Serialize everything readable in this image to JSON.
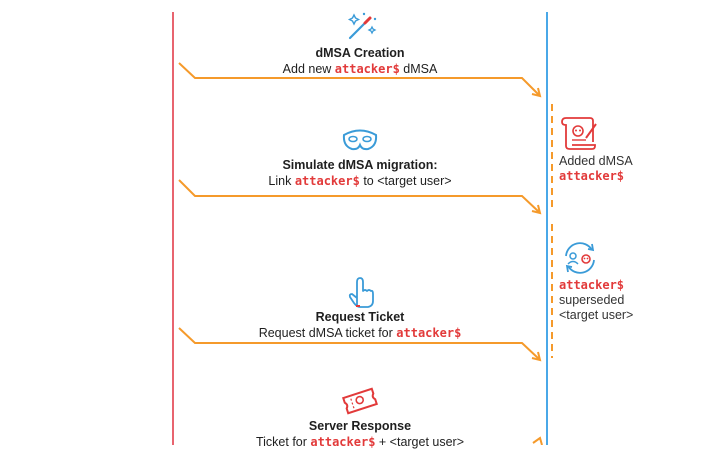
{
  "steps": [
    {
      "title": "dMSA Creation",
      "desc_before": "Add new ",
      "desc_code": "attacker$",
      "desc_after": " dMSA",
      "icon": "magic-wand-icon"
    },
    {
      "title": "Simulate dMSA migration:",
      "desc_before": "Link ",
      "desc_code": "attacker$",
      "desc_after": " to <target user>",
      "icon": "mask-icon"
    },
    {
      "title": "Request Ticket",
      "desc_before": "Request dMSA ticket for ",
      "desc_code": "attacker$",
      "desc_after": "",
      "icon": "pointing-hand-icon"
    },
    {
      "title": "Server Response",
      "desc_before": "Ticket for ",
      "desc_code": "attacker$",
      "desc_after": " + <target user>",
      "icon": "ticket-icon"
    }
  ],
  "notes": [
    {
      "line1": "Added dMSA",
      "code": "attacker$",
      "icon": "scroll-skull-icon"
    },
    {
      "code": "attacker$",
      "line2": "superseded",
      "line3": "<target user>",
      "icon": "refresh-users-icon"
    }
  ],
  "colors": {
    "arrow": "#f59a2b",
    "left_lifeline": "#e8646f",
    "right_lifeline": "#4aa8e8",
    "accent_red": "#e23a3a",
    "icon_blue": "#3a9bd8"
  }
}
